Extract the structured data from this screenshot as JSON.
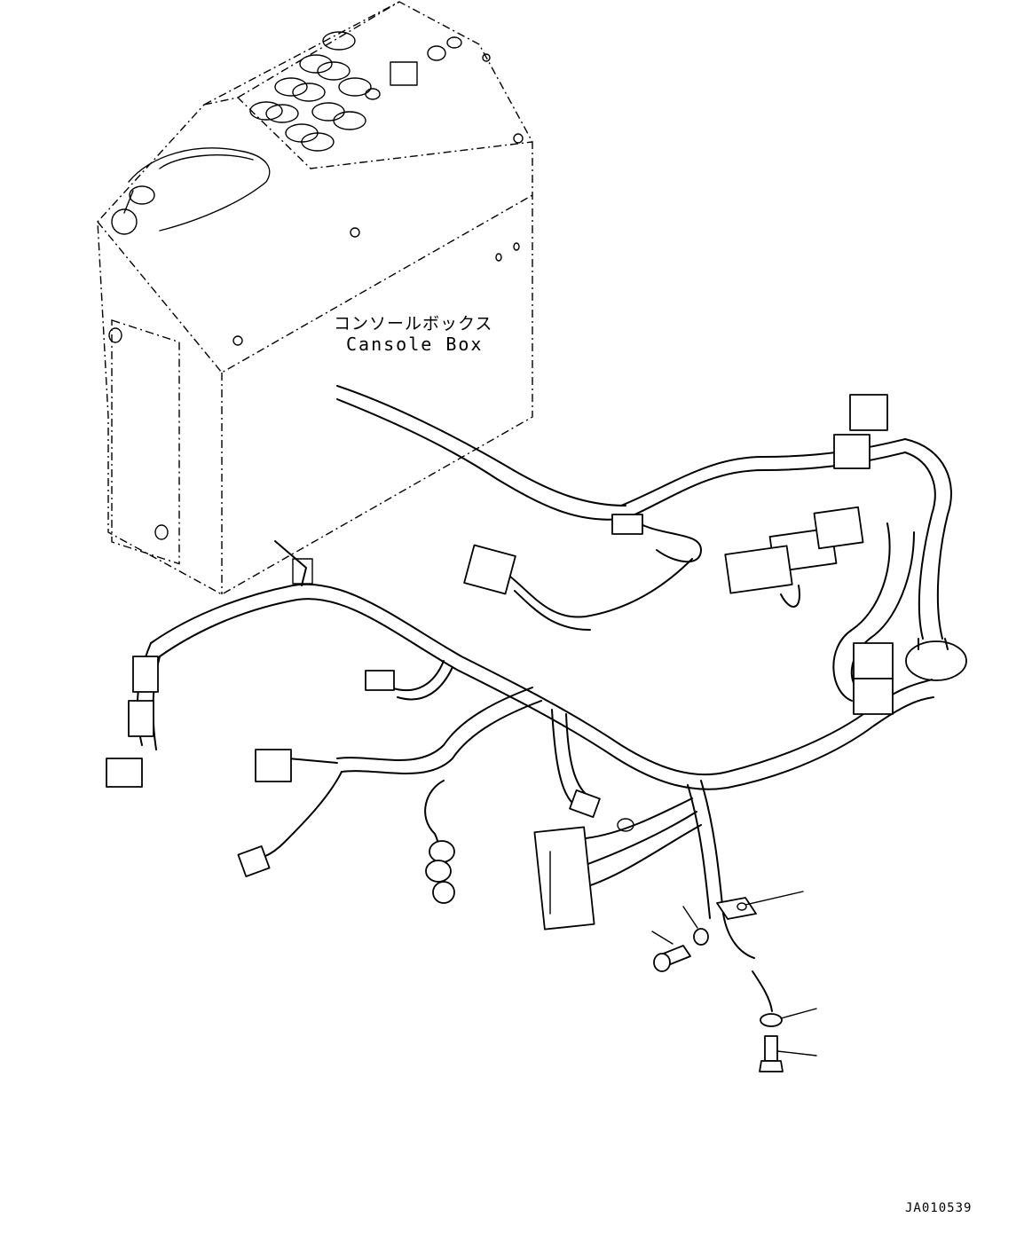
{
  "component": {
    "label_jp": "コンソールボックス",
    "label_en": "Cansole Box"
  },
  "drawing_code": "JA010539"
}
